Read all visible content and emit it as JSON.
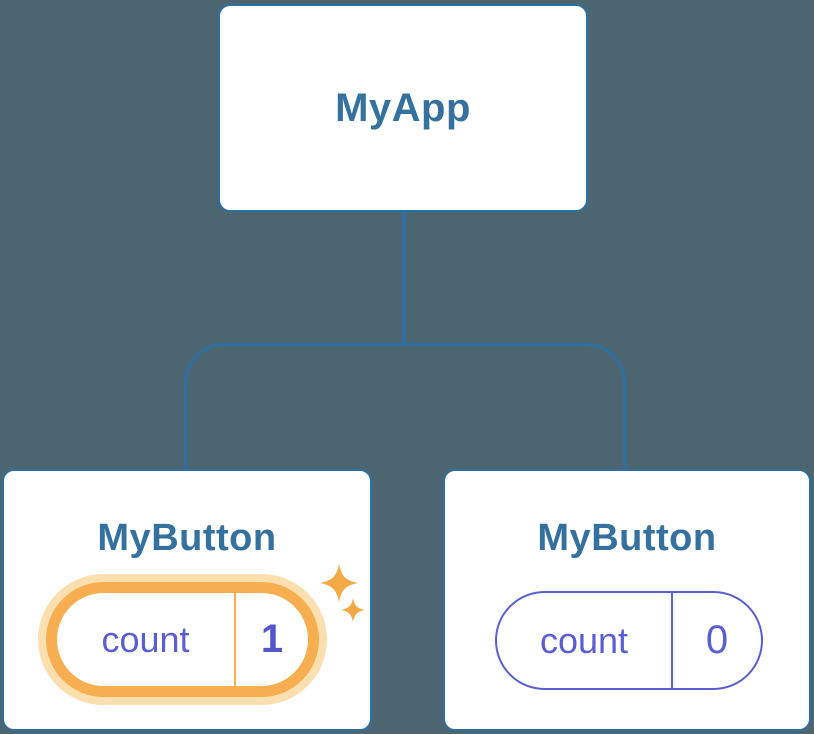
{
  "diagram": {
    "description": "React component tree with state",
    "root": {
      "label": "MyApp"
    },
    "children": [
      {
        "label": "MyButton",
        "state": {
          "key": "count",
          "value": "1"
        },
        "highlighted": true
      },
      {
        "label": "MyButton",
        "state": {
          "key": "count",
          "value": "0"
        },
        "highlighted": false
      }
    ]
  },
  "colors": {
    "bg": "#4c6671",
    "stroke": "#2e6f9f",
    "node-bg": "#ffffff",
    "title": "#35719e",
    "purple": "#5a5ed3",
    "purple-bold": "#5456ce",
    "orange": "#f6ae50",
    "orange-halo": "#fbdfae",
    "sparkle": "#f5a945"
  }
}
